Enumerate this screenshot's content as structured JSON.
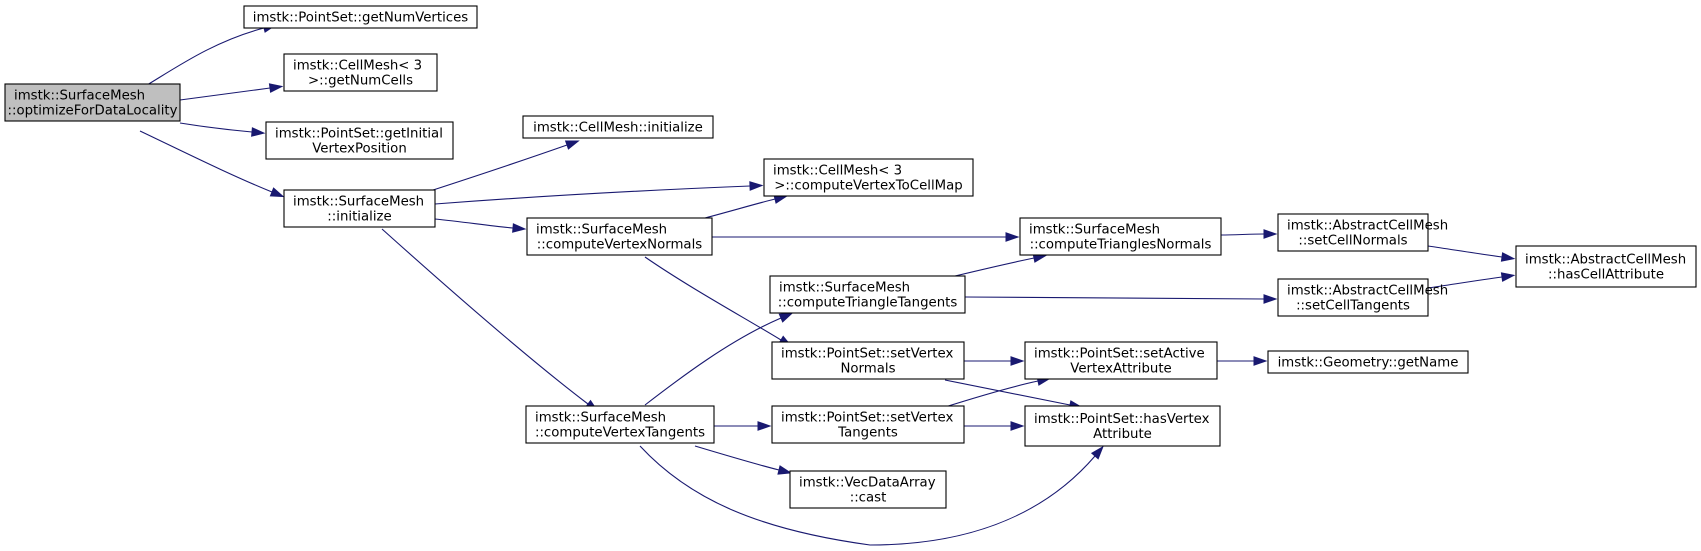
{
  "graph": {
    "nodes": [
      {
        "id": "root",
        "lines": [
          "imstk::SurfaceMesh",
          "::optimizeForDataLocality"
        ],
        "highlight": true
      },
      {
        "id": "ps_getNumVertices",
        "lines": [
          "imstk::PointSet::getNumVertices"
        ]
      },
      {
        "id": "cm_getNumCells",
        "lines": [
          "imstk::CellMesh< 3",
          ">::getNumCells"
        ]
      },
      {
        "id": "ps_getInitialVertexPosition",
        "lines": [
          "imstk::PointSet::getInitial",
          "VertexPosition"
        ]
      },
      {
        "id": "sm_initialize",
        "lines": [
          "imstk::SurfaceMesh",
          "::initialize"
        ]
      },
      {
        "id": "cm_initialize",
        "lines": [
          "imstk::CellMesh::initialize"
        ]
      },
      {
        "id": "cm_computeVertexToCellMap",
        "lines": [
          "imstk::CellMesh< 3",
          ">::computeVertexToCellMap"
        ]
      },
      {
        "id": "sm_computeVertexNormals",
        "lines": [
          "imstk::SurfaceMesh",
          "::computeVertexNormals"
        ]
      },
      {
        "id": "sm_computeTrianglesNormals",
        "lines": [
          "imstk::SurfaceMesh",
          "::computeTrianglesNormals"
        ]
      },
      {
        "id": "acm_setCellNormals",
        "lines": [
          "imstk::AbstractCellMesh",
          "::setCellNormals"
        ]
      },
      {
        "id": "acm_hasCellAttribute",
        "lines": [
          "imstk::AbstractCellMesh",
          "::hasCellAttribute"
        ]
      },
      {
        "id": "sm_computeTriangleTangents",
        "lines": [
          "imstk::SurfaceMesh",
          "::computeTriangleTangents"
        ]
      },
      {
        "id": "acm_setCellTangents",
        "lines": [
          "imstk::AbstractCellMesh",
          "::setCellTangents"
        ]
      },
      {
        "id": "ps_setVertexNormals",
        "lines": [
          "imstk::PointSet::setVertex",
          "Normals"
        ]
      },
      {
        "id": "ps_setActiveVertexAttribute",
        "lines": [
          "imstk::PointSet::setActive",
          "VertexAttribute"
        ]
      },
      {
        "id": "geo_getName",
        "lines": [
          "imstk::Geometry::getName"
        ]
      },
      {
        "id": "sm_computeVertexTangents",
        "lines": [
          "imstk::SurfaceMesh",
          "::computeVertexTangents"
        ]
      },
      {
        "id": "ps_setVertexTangents",
        "lines": [
          "imstk::PointSet::setVertex",
          "Tangents"
        ]
      },
      {
        "id": "ps_hasVertexAttribute",
        "lines": [
          "imstk::PointSet::hasVertex",
          "Attribute"
        ]
      },
      {
        "id": "vda_cast",
        "lines": [
          "imstk::VecDataArray",
          "::cast"
        ]
      }
    ],
    "edges": [
      [
        "root",
        "ps_getNumVertices"
      ],
      [
        "root",
        "cm_getNumCells"
      ],
      [
        "root",
        "ps_getInitialVertexPosition"
      ],
      [
        "root",
        "sm_initialize"
      ],
      [
        "sm_initialize",
        "cm_initialize"
      ],
      [
        "sm_initialize",
        "cm_computeVertexToCellMap"
      ],
      [
        "sm_initialize",
        "sm_computeVertexNormals"
      ],
      [
        "sm_initialize",
        "sm_computeVertexTangents"
      ],
      [
        "sm_computeVertexNormals",
        "cm_computeVertexToCellMap"
      ],
      [
        "sm_computeVertexNormals",
        "sm_computeTrianglesNormals"
      ],
      [
        "sm_computeVertexNormals",
        "ps_setVertexNormals"
      ],
      [
        "sm_computeTrianglesNormals",
        "acm_setCellNormals"
      ],
      [
        "acm_setCellNormals",
        "acm_hasCellAttribute"
      ],
      [
        "sm_computeTriangleTangents",
        "sm_computeTrianglesNormals"
      ],
      [
        "sm_computeTriangleTangents",
        "acm_setCellTangents"
      ],
      [
        "acm_setCellTangents",
        "acm_hasCellAttribute"
      ],
      [
        "ps_setVertexNormals",
        "ps_setActiveVertexAttribute"
      ],
      [
        "ps_setVertexNormals",
        "ps_hasVertexAttribute"
      ],
      [
        "ps_setActiveVertexAttribute",
        "geo_getName"
      ],
      [
        "sm_computeVertexTangents",
        "sm_computeTriangleTangents"
      ],
      [
        "sm_computeVertexTangents",
        "ps_setVertexTangents"
      ],
      [
        "sm_computeVertexTangents",
        "vda_cast"
      ],
      [
        "sm_computeVertexTangents",
        "ps_hasVertexAttribute"
      ],
      [
        "ps_setVertexTangents",
        "ps_setActiveVertexAttribute"
      ],
      [
        "ps_setVertexTangents",
        "ps_hasVertexAttribute"
      ]
    ],
    "colors": {
      "edge": "#191970",
      "highlight_fill": "#bfbfbf",
      "node_border": "#000000"
    }
  }
}
